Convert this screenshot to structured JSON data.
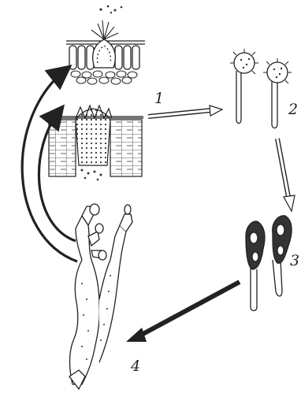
{
  "labels": {
    "l1": "1",
    "l2": "2",
    "l3": "3",
    "l4": "4"
  },
  "colors": {
    "ink": "#222222",
    "paper": "#ffffff",
    "grey": "#555555"
  }
}
